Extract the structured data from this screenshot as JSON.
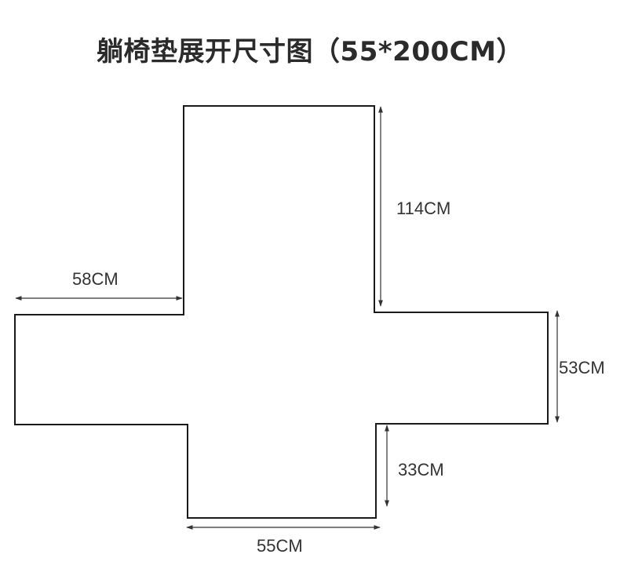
{
  "title": "躺椅垫展开尺寸图（55*200CM）",
  "colors": {
    "outline": "#1a1a1a",
    "dimension_line": "#333333",
    "text": "#333333"
  },
  "dimensions": {
    "upper_height": "114CM",
    "side_width": "58CM",
    "middle_height": "53CM",
    "lower_height": "33CM",
    "bottom_width": "55CM"
  }
}
